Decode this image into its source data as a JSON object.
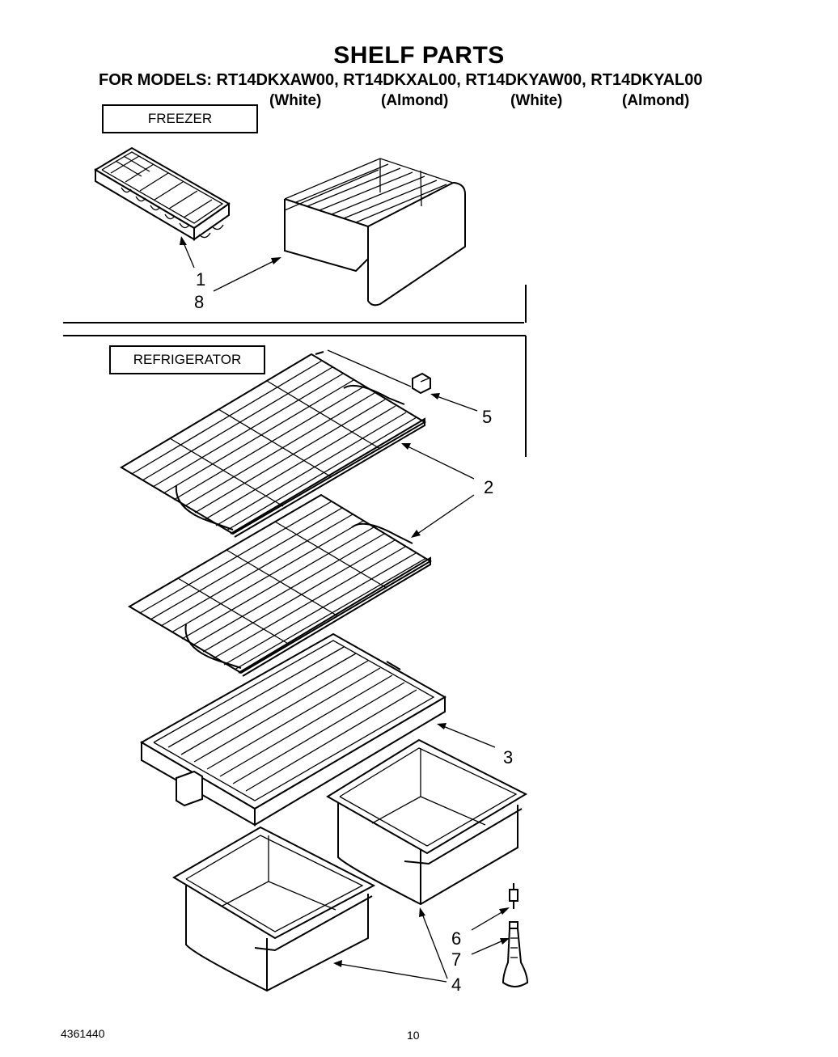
{
  "title": "SHELF PARTS",
  "models_line": "FOR MODELS: RT14DKXAW00, RT14DKXAL00, RT14DKYAW00, RT14DKYAL00",
  "model_colors": [
    "(White)",
    "(Almond)",
    "(White)",
    "(Almond)"
  ],
  "sections": {
    "freezer": "FREEZER",
    "refrigerator": "REFRIGERATOR"
  },
  "callouts": {
    "c1": "1",
    "c8": "8",
    "c5": "5",
    "c2": "2",
    "c3": "3",
    "c6": "6",
    "c7": "7",
    "c4": "4"
  },
  "footer": {
    "doc_number": "4361440",
    "page_number": "10"
  }
}
